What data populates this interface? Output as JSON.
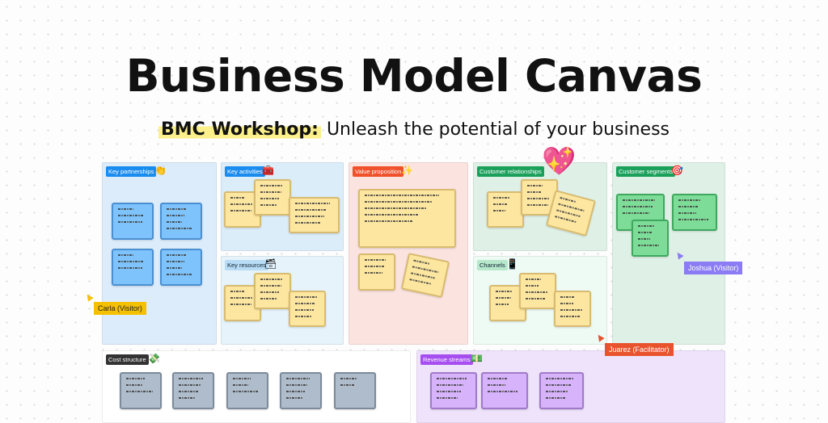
{
  "title": "Business Model Canvas",
  "subtitle": {
    "highlight": "BMC Workshop:",
    "rest": " Unleash the potential of your business"
  },
  "sections": {
    "key_partnerships": {
      "label": "Key partnerships",
      "icon": "handshake-icon",
      "emoji": "👏"
    },
    "key_activities": {
      "label": "Key activities",
      "icon": "toolbox-icon",
      "emoji": "🧰"
    },
    "key_resources": {
      "label": "Key resources",
      "icon": "floppy-icon",
      "emoji": "🗃"
    },
    "value_proposition": {
      "label": "Value proposition",
      "icon": "sparkles-icon",
      "emoji": "✨"
    },
    "customer_relationships": {
      "label": "Customer relationships",
      "icon": "heart-icon",
      "emoji": "💖"
    },
    "channels": {
      "label": "Channels",
      "icon": "calculator-icon",
      "emoji": "📱"
    },
    "customer_segments": {
      "label": "Customer segments",
      "icon": "target-icon",
      "emoji": "🎯"
    },
    "cost_structure": {
      "label": "Cost structure",
      "icon": "money-icon",
      "emoji": "💸"
    },
    "revenue_streams": {
      "label": "Revenue streams",
      "icon": "cash-icon",
      "emoji": "💵"
    }
  },
  "cursors": {
    "carla": {
      "label": "Carla (Visitor)",
      "color": "#f5c000"
    },
    "joshua": {
      "label": "Joshua (Visitor)",
      "color": "#8b7cf6"
    },
    "juarez": {
      "label": "Juarez (Facilitator)",
      "color": "#e8532e"
    }
  }
}
